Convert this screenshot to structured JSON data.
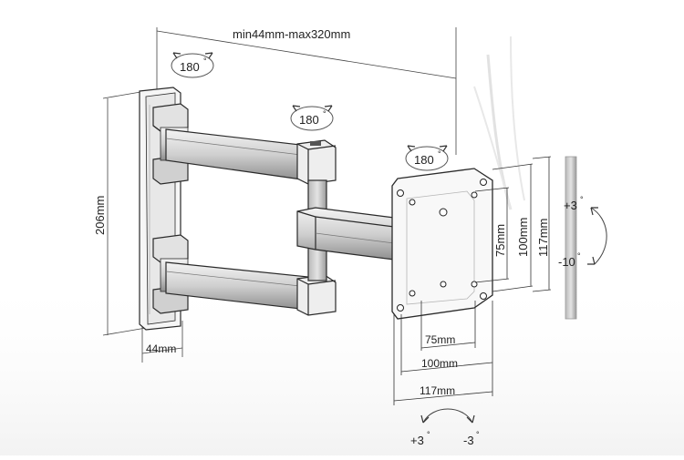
{
  "dimensions": {
    "reach": "min44mm-max320mm",
    "height": "206mm",
    "wall_plate_width": "44mm",
    "vesa_h_small": "75mm",
    "vesa_h_medium": "100mm",
    "vesa_h_large": "117mm",
    "vesa_v_small": "75mm",
    "vesa_v_medium": "100mm",
    "vesa_v_large": "117mm"
  },
  "rotations": {
    "wall_joint": "180",
    "arm_joint": "180",
    "head_joint": "180"
  },
  "symbols": {
    "degree": "°"
  },
  "tilt": {
    "vertical_up": "+3",
    "vertical_down": "-10",
    "horizontal_left": "+3",
    "horizontal_right": "-3"
  },
  "colors": {
    "line": "#2a2a2a",
    "metal_light": "#d9d9d9",
    "metal_dark": "#8a8a8a",
    "background_wall": "#f3f3f3"
  }
}
